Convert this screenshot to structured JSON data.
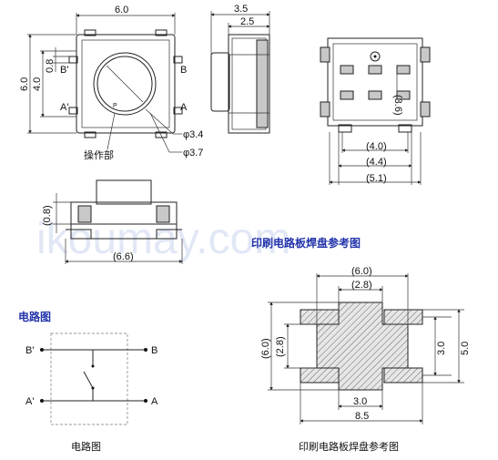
{
  "watermark": "ikoumay.com",
  "top_view": {
    "width": "6.0",
    "height": "6.0",
    "inner": "4.0",
    "small": "0.8",
    "label_A": "A",
    "label_A_prime": "A'",
    "label_B": "B",
    "label_B_prime": "B'",
    "actuator_dia": "φ3.4",
    "outer_dia": "φ3.7",
    "actuator_label": "操作部"
  },
  "side_view": {
    "depth": "3.5",
    "body": "2.5"
  },
  "bottom_view": {
    "pitch": "(3.6)",
    "d1": "(4.0)",
    "d2": "(4.4)",
    "d3": "(5.1)"
  },
  "front_view": {
    "height": "(0.8)",
    "width": "(6.6)"
  },
  "pcb_title": "印刷电路板焊盘参考图",
  "circuit_title": "电路图",
  "circuit": {
    "label_B_prime": "B'",
    "label_B": "B",
    "label_A_prime": "A'",
    "label_A": "A",
    "caption": "电路图"
  },
  "pcb_pattern": {
    "top_outer": "(6.0)",
    "top_inner": "(2.8)",
    "left_outer": "(6.0)",
    "left_inner": "(2.8)",
    "right_inner": "3.0",
    "right_outer": "5.0",
    "bottom_inner": "3.0",
    "bottom_outer": "8.5",
    "caption": "印刷电路板焊盘参考图"
  }
}
